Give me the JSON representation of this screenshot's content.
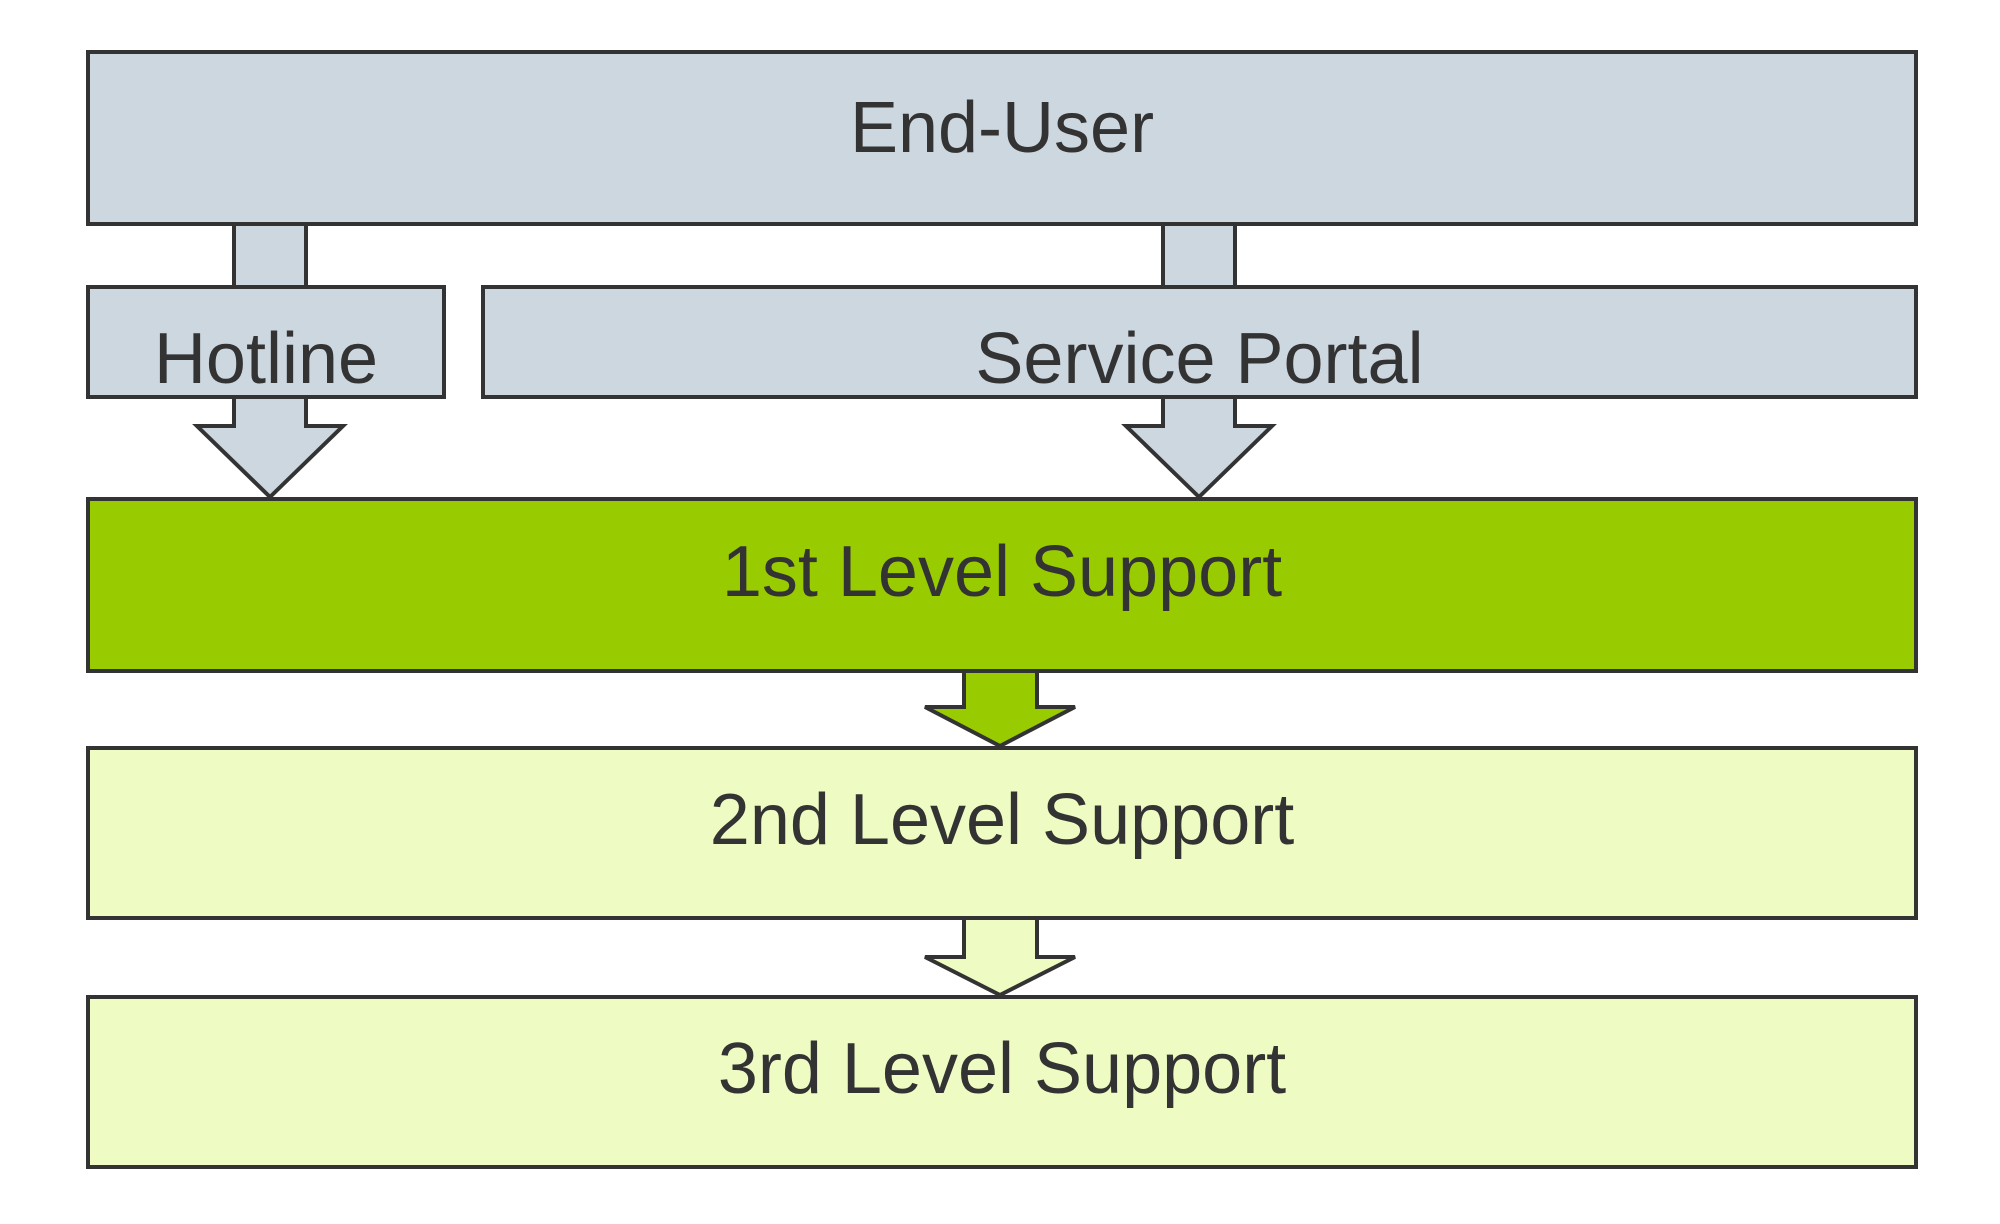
{
  "diagram": {
    "end_user": "End-User",
    "hotline": "Hotline",
    "service_portal": "Service Portal",
    "level1": "1st Level Support",
    "level2": "2nd Level Support",
    "level3": "3rd Level Support"
  },
  "colors": {
    "end_user_fill": "#cdd7e0",
    "level1_fill": "#99cc00",
    "level2_fill": "#eefcc4",
    "level3_fill": "#eefcc4",
    "border": "#333333",
    "text": "#333333"
  }
}
